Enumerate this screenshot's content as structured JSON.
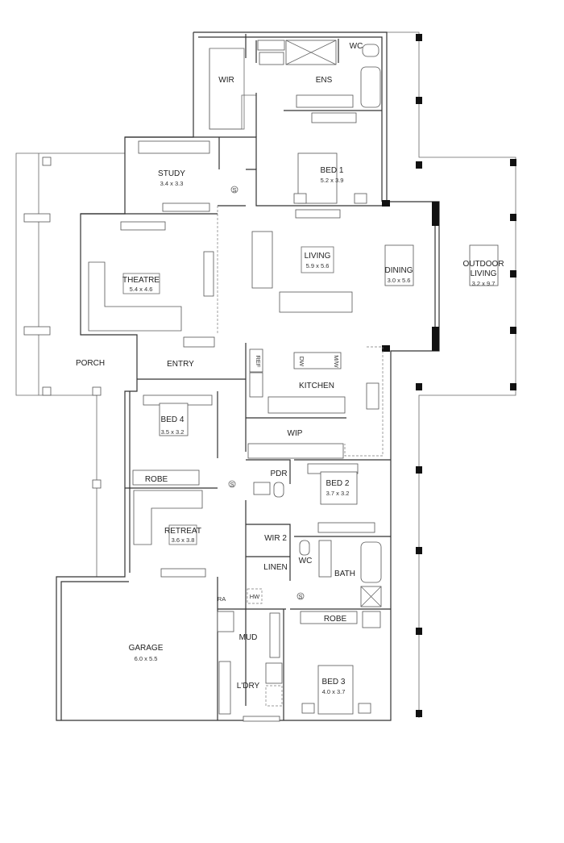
{
  "rooms": {
    "wir": {
      "name": "WIR"
    },
    "ens": {
      "name": "ENS"
    },
    "wc1": {
      "name": "WC"
    },
    "bed1": {
      "name": "BED 1",
      "size": "5.2 x 3.9"
    },
    "study": {
      "name": "STUDY",
      "size": "3.4 x 3.3"
    },
    "theatre": {
      "name": "THEATRE",
      "size": "5.4 x 4.6"
    },
    "living": {
      "name": "LIVING",
      "size": "5.9 x 5.6"
    },
    "dining": {
      "name": "DINING",
      "size": "3.0 x 5.6"
    },
    "outdoor": {
      "name1": "OUTDOOR",
      "name2": "LIVING",
      "size": "3.2 x 9.7"
    },
    "porch": {
      "name": "PORCH"
    },
    "entry": {
      "name": "ENTRY"
    },
    "kitchen": {
      "name": "KITCHEN",
      "ref": "REF",
      "dw": "DW",
      "mw": "M/W"
    },
    "bed4": {
      "name": "BED 4",
      "size": "3.5 x 3.2"
    },
    "robe4": {
      "name": "ROBE"
    },
    "wip": {
      "name": "WIP"
    },
    "pdr": {
      "name": "PDR"
    },
    "bed2": {
      "name": "BED 2",
      "size": "3.7 x 3.2"
    },
    "retreat": {
      "name": "RETREAT",
      "size": "3.6 x 3.8"
    },
    "wir2": {
      "name": "WIR 2"
    },
    "linen": {
      "name": "LINEN"
    },
    "wc2": {
      "name": "WC"
    },
    "bath": {
      "name": "BATH"
    },
    "robe3": {
      "name": "ROBE"
    },
    "garage": {
      "name": "GARAGE",
      "size": "6.0 x 5.5"
    },
    "mud": {
      "name": "MUD"
    },
    "ldry": {
      "name": "L'DRY"
    },
    "bed3": {
      "name": "BED 3",
      "size": "4.0 x 3.7"
    }
  },
  "fixtures": {
    "smoke": "S",
    "hw": "HW",
    "ra": "RA"
  }
}
